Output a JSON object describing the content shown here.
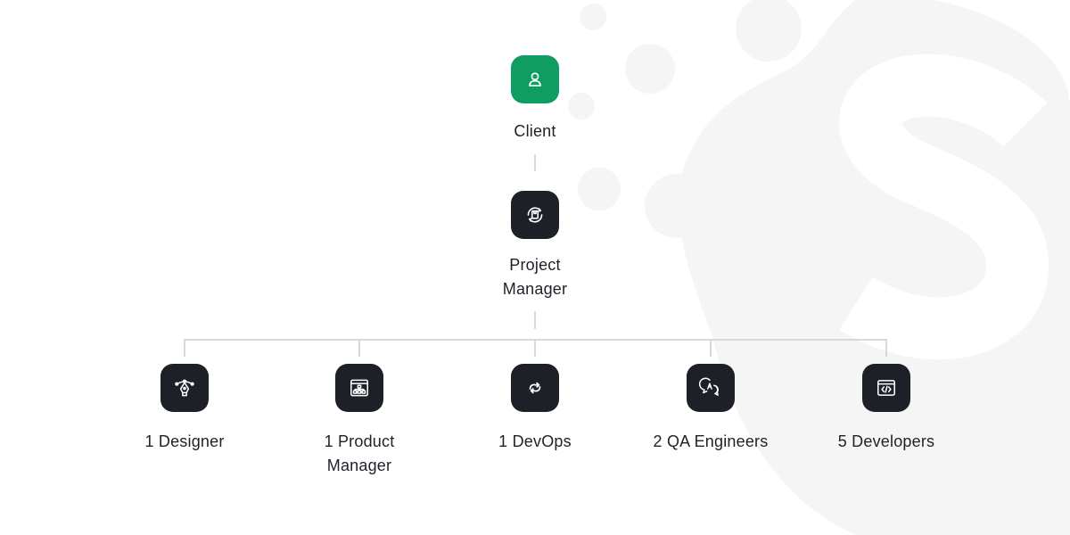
{
  "brand": {
    "background_color": "#ffffff",
    "decor_color": "#f5f5f5",
    "line_color": "#d9d9d9",
    "client_color": "#0f9d63",
    "tile_color": "#1e2028"
  },
  "client": {
    "label": "Client",
    "icon": "user-icon"
  },
  "project_manager": {
    "label_line1": "Project",
    "label_line2": "Manager",
    "icon": "project-cycle-icon"
  },
  "team": [
    {
      "label_line1": "1 Designer",
      "label_line2": "",
      "icon": "pen-tool-icon"
    },
    {
      "label_line1": "1 Product",
      "label_line2": "Manager",
      "icon": "browser-sitemap-icon"
    },
    {
      "label_line1": "1 DevOps",
      "label_line2": "",
      "icon": "refresh-cycle-icon"
    },
    {
      "label_line1": "2 QA Engineers",
      "label_line2": "",
      "icon": "chat-a-icon"
    },
    {
      "label_line1": "5 Developers",
      "label_line2": "",
      "icon": "code-window-icon"
    }
  ]
}
